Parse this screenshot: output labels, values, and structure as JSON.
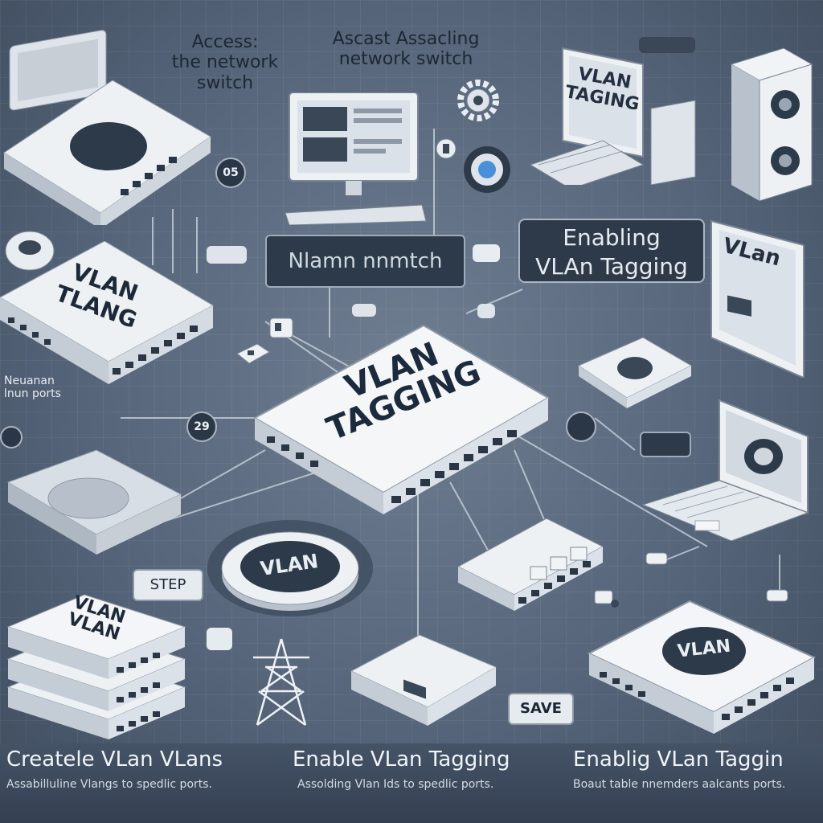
{
  "labels": {
    "access_switch": "Access:\nthe network\nswitch",
    "top_center": "Ascast  Assacling\nnetwork switch",
    "top_right_small": "",
    "enabling_banner": "Enabling\nVLAn Tagging",
    "center_box": "Nlamn nnmtch",
    "center_switch": "VLAN\nTAGGING",
    "left_switch": "VLAN\nTLANG",
    "monitor_text": "VLAN\nTAGING",
    "laptop_right": "VLan",
    "circle_badge": "VLAN",
    "stack_switch": "VLAN\nVLAN",
    "bottom_right_switch": "VLAN",
    "left_side_note": "Neuanan\nlnun ports",
    "step_label": "STEP",
    "save_label": "SAVE",
    "badge_05": "05",
    "badge_29": "29"
  },
  "footer": {
    "col1_title": "Createle VLan VLans",
    "col1_sub": "Assabilluline Vlangs to spedlic ports.",
    "col2_title": "Enable VLan Tagging",
    "col2_sub": "Assolding Vlan Ids to spedlic ports.",
    "col3_title": "Enablig VLan Taggin",
    "col3_sub": "Boaut table nnemders aalcants ports."
  },
  "colors": {
    "device_light": "#eef1f4",
    "device_shadow": "#b9c2cc",
    "device_dark": "#2a3645",
    "accent_blue": "#4a90d9",
    "text_dark": "#1c2733"
  }
}
